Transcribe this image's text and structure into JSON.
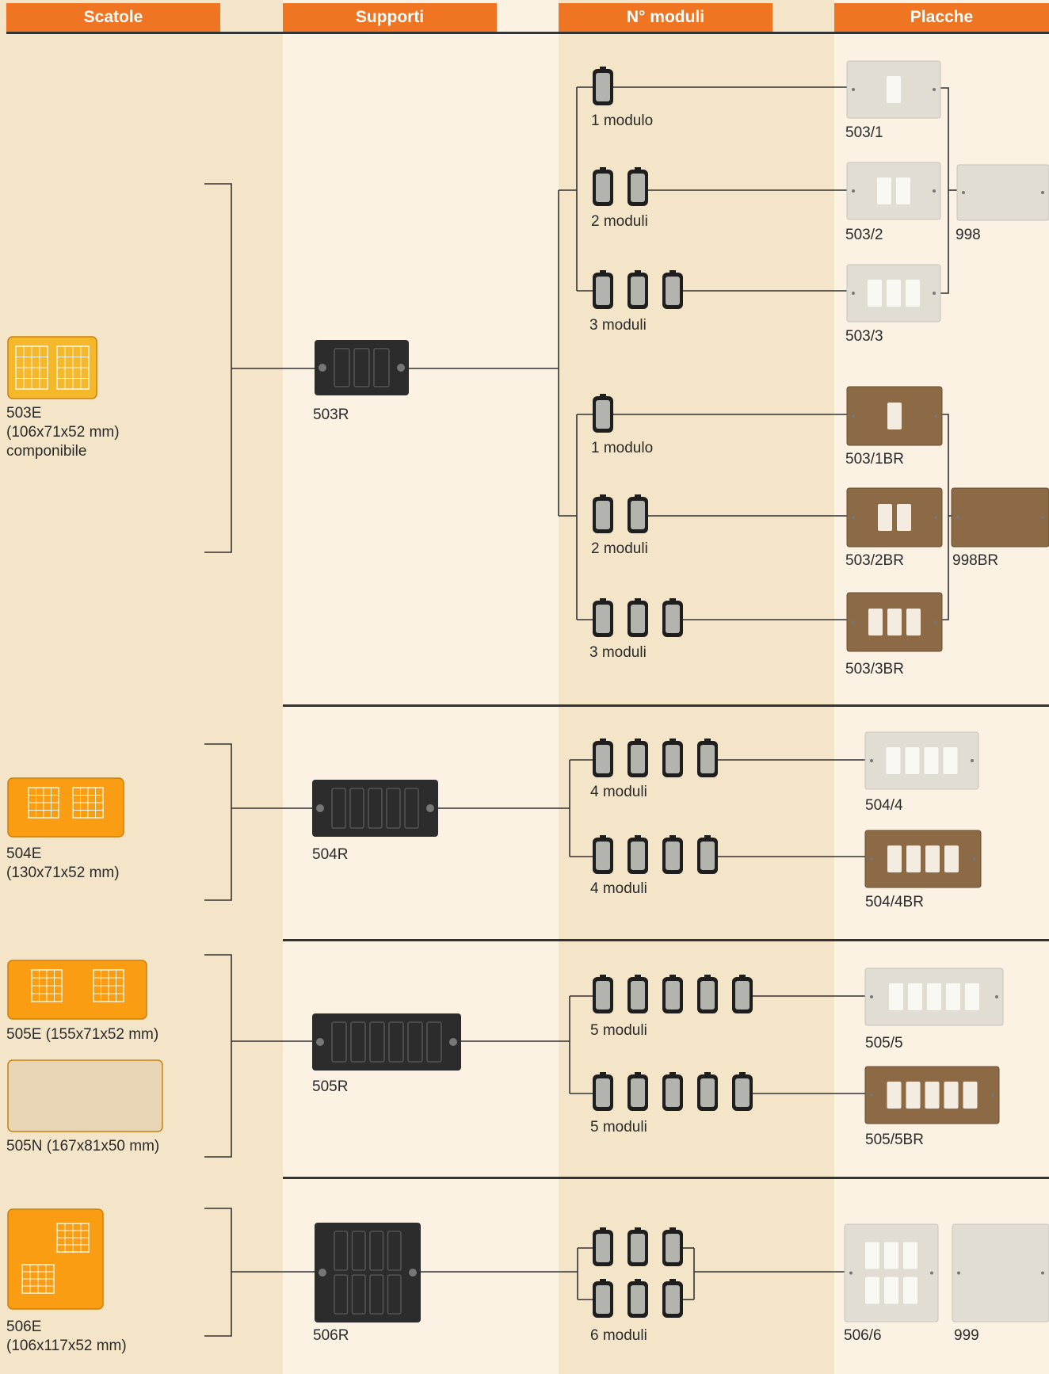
{
  "headers": {
    "scatole": "Scatole",
    "supporti": "Supporti",
    "moduli": "N° moduli",
    "placche": "Placche"
  },
  "colors": {
    "orange": "#f07522",
    "box_yellow": "#f4b82a",
    "box_orange": "#fb9d12",
    "support_dark": "#2c2c2c",
    "plate_light": "#e1ddd3",
    "plate_bronze": "#8b6a45",
    "line": "#333333"
  },
  "boxes": {
    "b503e": {
      "code": "503E",
      "dims": "(106x71x52 mm)",
      "note": "componibile"
    },
    "b504e": {
      "code": "504E",
      "dims": "(130x71x52 mm)"
    },
    "b505e": "505E (155x71x52 mm)",
    "b505n": "505N (167x81x50 mm)",
    "b506e": {
      "code": "506E",
      "dims": "(106x117x52 mm)"
    }
  },
  "supports": {
    "s503": "503R",
    "s504": "504R",
    "s505": "505R",
    "s506": "506R"
  },
  "modules": {
    "m1a": "1 modulo",
    "m2a": "2 moduli",
    "m3a": "3 moduli",
    "m1b": "1 modulo",
    "m2b": "2 moduli",
    "m3b": "3 moduli",
    "m4a": "4 moduli",
    "m4b": "4 moduli",
    "m5a": "5 moduli",
    "m5b": "5 moduli",
    "m6": "6 moduli"
  },
  "plates": {
    "p5031": "503/1",
    "p5032": "503/2",
    "p998": "998",
    "p5033": "503/3",
    "p5031br": "503/1BR",
    "p5032br": "503/2BR",
    "p998br": "998BR",
    "p5033br": "503/3BR",
    "p5044": "504/4",
    "p5044br": "504/4BR",
    "p5055": "505/5",
    "p5055br": "505/5BR",
    "p5066": "506/6",
    "p999": "999"
  }
}
